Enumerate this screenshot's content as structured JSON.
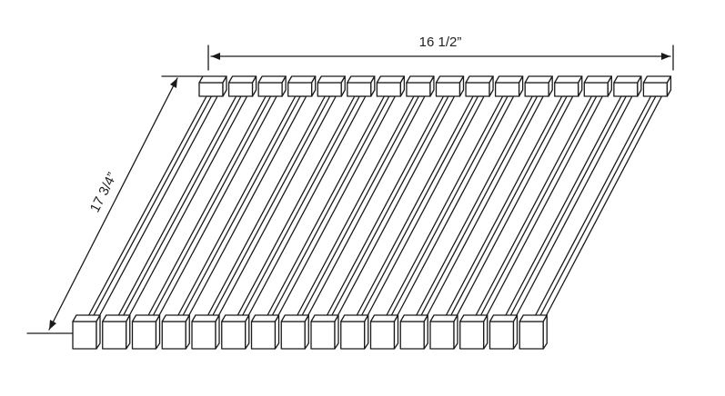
{
  "dimensions": {
    "width_label": "16 1/2”",
    "length_label": "17 3/4”"
  },
  "mat": {
    "slat_count": 16
  },
  "colors": {
    "line": "#1a1a1a",
    "background": "#ffffff"
  }
}
